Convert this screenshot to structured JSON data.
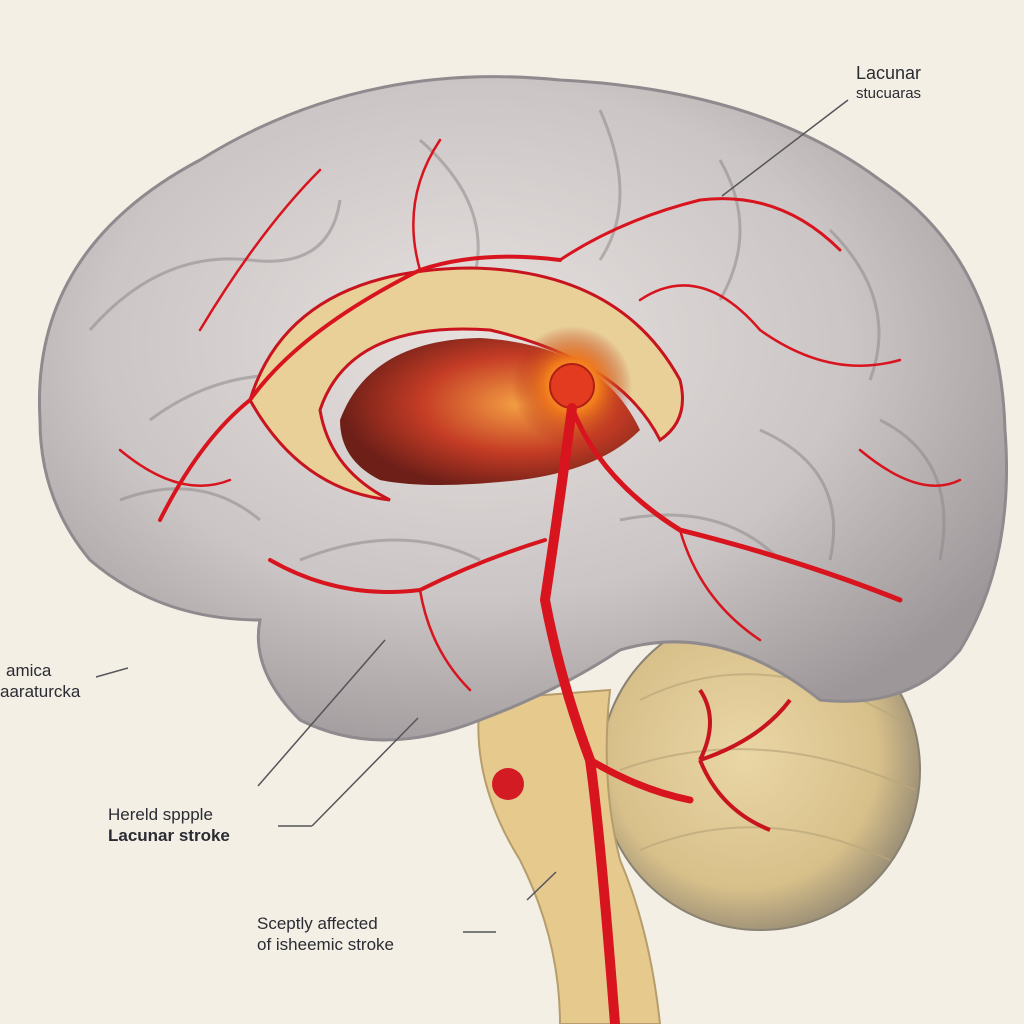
{
  "labels": {
    "top_right": {
      "line1": "Lacunar",
      "line2": "stucuaras"
    },
    "left": {
      "line1": "amica",
      "line2": "aaraturcka"
    },
    "middle": {
      "line1": "Hereld sppple",
      "line2": "Lacunar stroke"
    },
    "bottom": {
      "line1": "Sceptly affected",
      "line2": "of  isheemic stroke"
    }
  },
  "colors": {
    "background": "#f3efe4",
    "cortex": "#cfc9c9",
    "vessel": "#d8141e",
    "white_matter": "#e9cf98",
    "lesion": "#f06a18",
    "cerebellum": "#e3cc98",
    "brainstem": "#e6c98d"
  }
}
